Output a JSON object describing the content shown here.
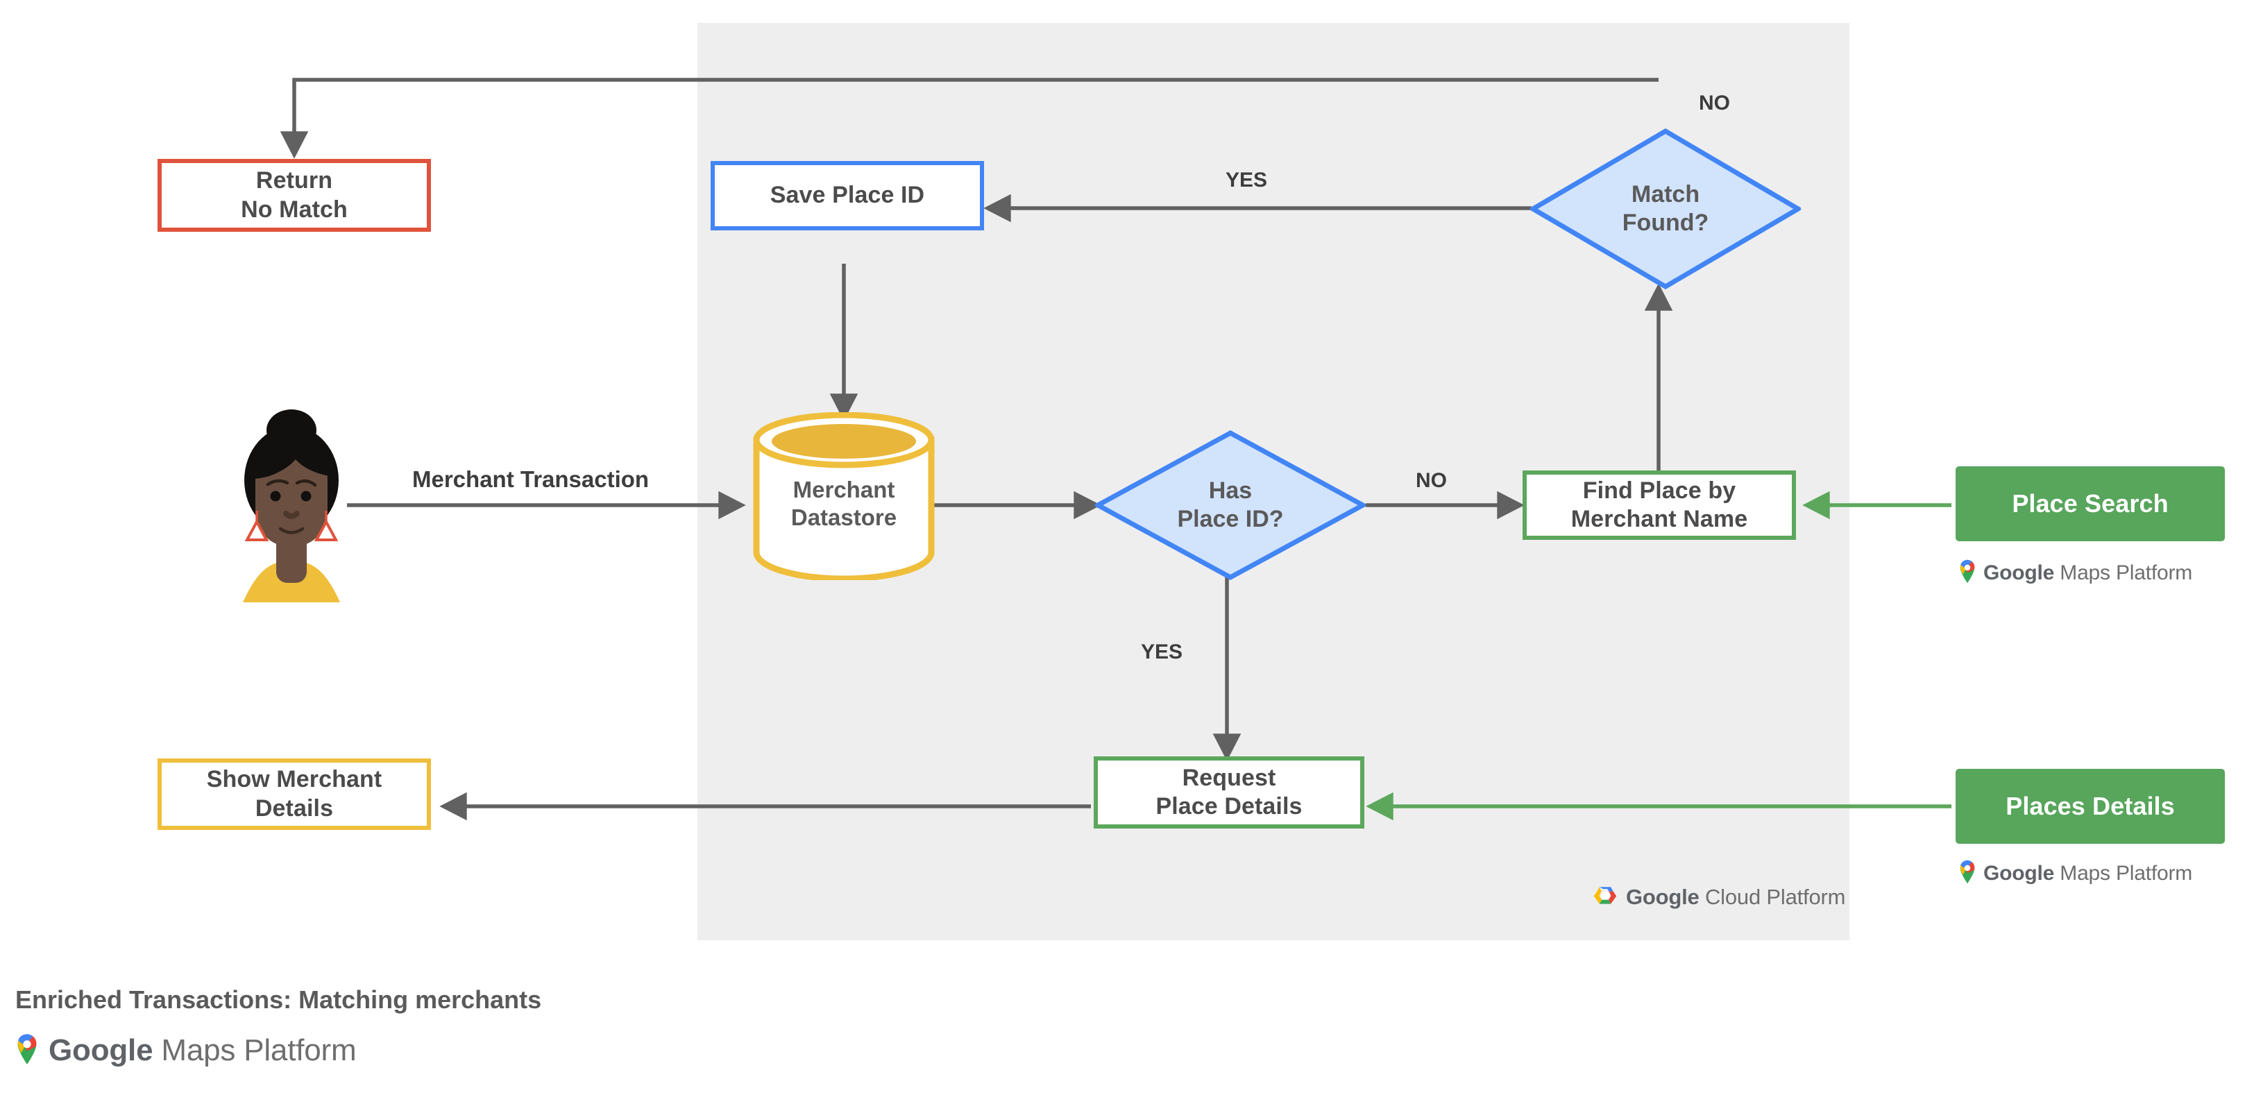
{
  "diagram": {
    "caption": "Enriched Transactions: Matching merchants",
    "panel_label": "Google Cloud Platform",
    "colors": {
      "panel_bg": "#eeeeee",
      "red": "#e0523c",
      "blue": "#4285f4",
      "blue_fill": "#d2e3fc",
      "green": "#5ca75c",
      "green_fill": "#58a55c",
      "amber": "#efbe3b",
      "wire": "#616161",
      "text": "#5a5a5a"
    },
    "nodes": {
      "return_no_match": "Return\nNo Match",
      "save_place_id": "Save Place ID",
      "match_found": "Match\nFound?",
      "merchant_datastore": "Merchant\nDatastore",
      "has_place_id": "Has\nPlace ID?",
      "find_place_by_merchant_name": "Find Place by\nMerchant Name",
      "place_search": "Place Search",
      "request_place_details": "Request\nPlace Details",
      "places_details": "Places Details",
      "show_merchant_details": "Show Merchant\nDetails"
    },
    "edge_labels": {
      "merchant_transaction": "Merchant Transaction",
      "yes_match": "YES",
      "no_match": "NO",
      "no_place_id": "NO",
      "yes_place_id": "YES"
    },
    "branding": {
      "maps_platform_bold": "Google",
      "maps_platform_thin": "Maps Platform",
      "cloud_platform_bold": "Google",
      "cloud_platform_thin": "Cloud Platform"
    },
    "actor": {
      "name": "merchant-customer-avatar"
    }
  }
}
